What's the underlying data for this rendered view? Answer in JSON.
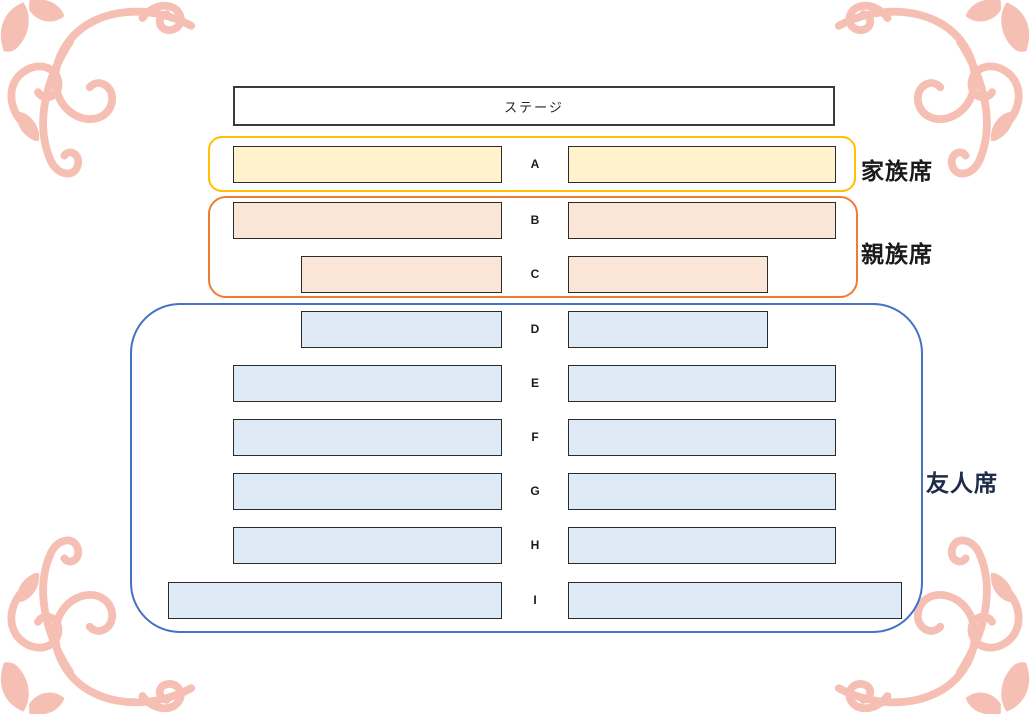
{
  "page": {
    "background": "#ffffff"
  },
  "stage": {
    "label": "ステージ"
  },
  "groups": [
    {
      "id": "family",
      "label": "家族席",
      "border_color": "#FFC000",
      "fill": "#FFF2CC",
      "label_color": "#1a1a1a",
      "rows": [
        "A"
      ]
    },
    {
      "id": "relatives",
      "label": "親族席",
      "border_color": "#ED7D31",
      "fill": "#FBE5D6",
      "label_color": "#1a1a1a",
      "rows": [
        "B",
        "C"
      ]
    },
    {
      "id": "friends",
      "label": "友人席",
      "border_color": "#4472C4",
      "fill": "#DEEBF7",
      "label_color": "#1e2b49",
      "rows": [
        "D",
        "E",
        "F",
        "G",
        "H",
        "I"
      ]
    }
  ],
  "rows": [
    {
      "label": "A",
      "group": "family"
    },
    {
      "label": "B",
      "group": "relatives"
    },
    {
      "label": "C",
      "group": "relatives"
    },
    {
      "label": "D",
      "group": "friends"
    },
    {
      "label": "E",
      "group": "friends"
    },
    {
      "label": "F",
      "group": "friends"
    },
    {
      "label": "G",
      "group": "friends"
    },
    {
      "label": "H",
      "group": "friends"
    },
    {
      "label": "I",
      "group": "friends"
    }
  ],
  "decoration": {
    "name": "corner-flourish",
    "color": "#F6BFB4"
  }
}
